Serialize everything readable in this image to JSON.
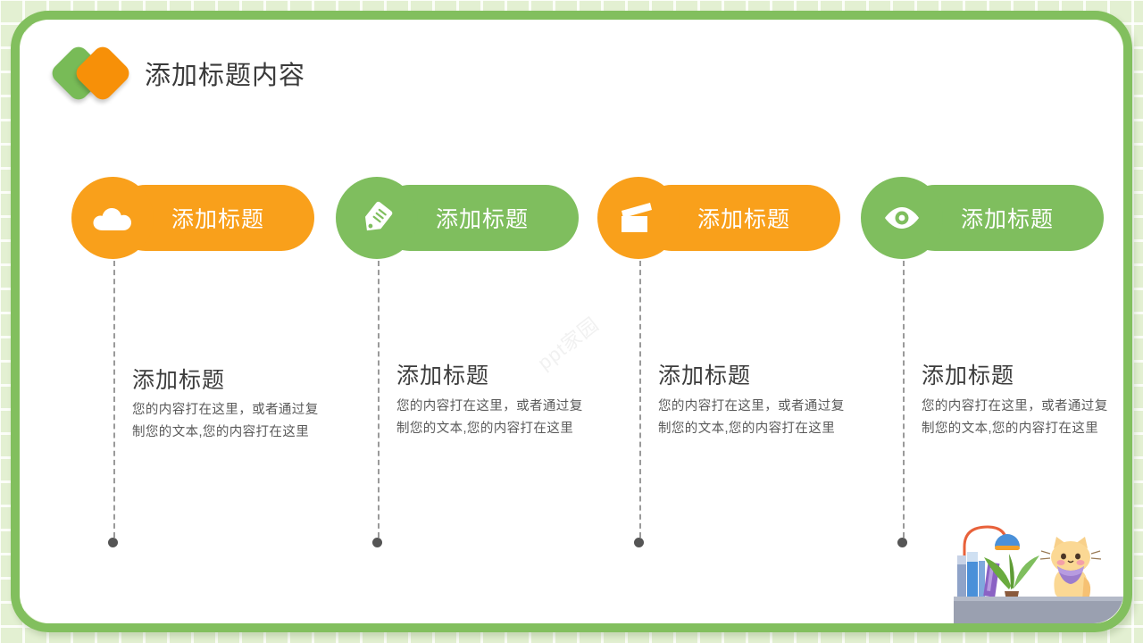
{
  "slide": {
    "background_color": "#e3f0d2",
    "frame_color": "#82bf5e",
    "card_color": "#ffffff",
    "watermark_text": "ppt家园"
  },
  "header": {
    "title": "添加标题内容",
    "logo": {
      "back_icon": "rounded-square-green",
      "front_icon": "rounded-square-orange",
      "back_color": "#78bb57",
      "front_color": "#f79008"
    }
  },
  "colors": {
    "orange": "#f9a01b",
    "green": "#7fbe5e",
    "title_text": "#3c3c3c",
    "body_text": "#5a5a5a",
    "dash": "#9a9a9a",
    "dot": "#555555"
  },
  "columns": [
    {
      "badge_label": "添加标题",
      "badge_color": "#f9a01b",
      "icon": "cloud-icon",
      "title": "添加标题",
      "body": "您的内容打在这里，或者通过复制您的文本,您的内容打在这里"
    },
    {
      "badge_label": "添加标题",
      "badge_color": "#7fbe5e",
      "icon": "pencil-icon",
      "title": "添加标题",
      "body": "您的内容打在这里，或者通过复制您的文本,您的内容打在这里"
    },
    {
      "badge_label": "添加标题",
      "badge_color": "#f9a01b",
      "icon": "clapperboard-icon",
      "title": "添加标题",
      "body": "您的内容打在这里，或者通过复制您的文本,您的内容打在这里"
    },
    {
      "badge_label": "添加标题",
      "badge_color": "#7fbe5e",
      "icon": "eye-icon",
      "title": "添加标题",
      "body": "您的内容打在这里，或者通过复制您的文本,您的内容打在这里"
    }
  ],
  "illustration": {
    "name": "desk-with-cat-books-plant-lamp",
    "elements": [
      "books",
      "potted-plant",
      "desk-lamp",
      "cat-with-purple-scarf",
      "desk"
    ]
  }
}
